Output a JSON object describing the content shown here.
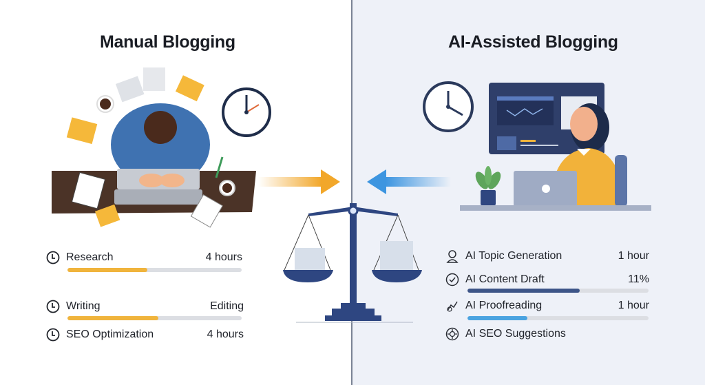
{
  "left": {
    "title": "Manual Blogging",
    "accent": "#f0b43c",
    "items": [
      {
        "label": "Research",
        "value": "4 hours",
        "icon": "clock-icon",
        "progress": 0.46
      },
      {
        "label": "Writing",
        "value": "Editing",
        "icon": "clock-icon",
        "progress": 0.52
      },
      {
        "label": "SEO Optimization",
        "value": "4 hours",
        "icon": "clock-icon",
        "progress": null
      }
    ]
  },
  "right": {
    "title": "AI-Assisted Blogging",
    "items": [
      {
        "label": "AI Topic Generation",
        "value": "1 hour",
        "icon": "robot-person-icon",
        "progress": null
      },
      {
        "label": "AI Content Draft",
        "value": "11%",
        "icon": "check-circle-icon",
        "progress": 0.62,
        "color": "#3d5588"
      },
      {
        "label": "AI Proofreading",
        "value": "1 hour",
        "icon": "hand-wrench-icon",
        "progress": 0.33,
        "color": "#4aa3e0"
      },
      {
        "label": "AI SEO Suggestions",
        "value": "",
        "icon": "gear-chat-icon",
        "progress": null
      }
    ]
  },
  "arrows": {
    "left_color": "#f2a72a",
    "right_color": "#3d95e0"
  },
  "scale_color": "#2e4681"
}
